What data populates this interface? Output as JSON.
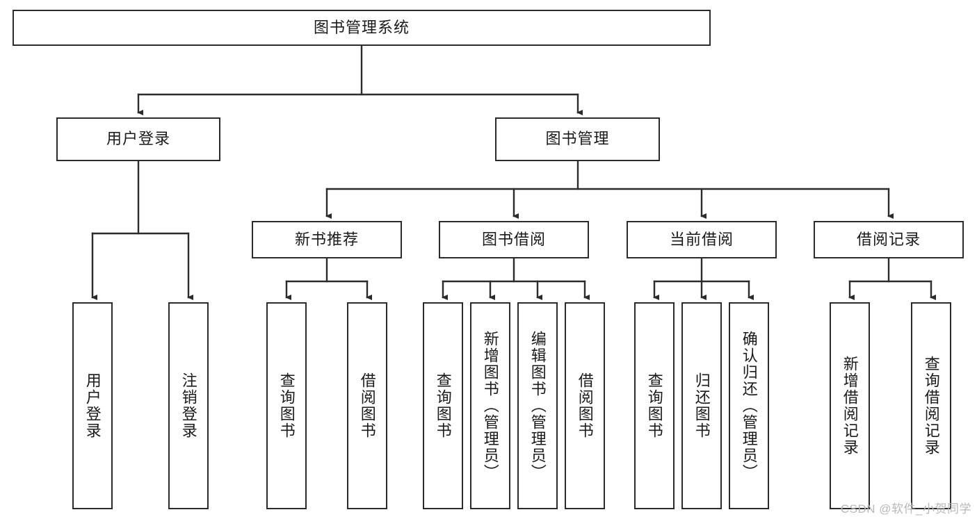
{
  "diagram": {
    "type": "tree-hierarchy",
    "title": "图书管理系统",
    "root": {
      "label": "图书管理系统"
    },
    "level2": [
      {
        "label": "用户登录"
      },
      {
        "label": "图书管理"
      }
    ],
    "level3": [
      {
        "label": "新书推荐"
      },
      {
        "label": "图书借阅"
      },
      {
        "label": "当前借阅"
      },
      {
        "label": "借阅记录"
      }
    ],
    "leaves": {
      "user_login": [
        {
          "label": "用户登录"
        },
        {
          "label": "注销登录"
        }
      ],
      "new_book_recommend": [
        {
          "label": "查询图书"
        },
        {
          "label": "借阅图书"
        }
      ],
      "book_borrow": [
        {
          "label": "查询图书"
        },
        {
          "label": "新增图书（管理员）"
        },
        {
          "label": "编辑图书（管理员）"
        },
        {
          "label": "借阅图书"
        }
      ],
      "current_borrow": [
        {
          "label": "查询图书"
        },
        {
          "label": "归还图书"
        },
        {
          "label": "确认归还（管理员）"
        }
      ],
      "borrow_record": [
        {
          "label": "新增借阅记录"
        },
        {
          "label": "查询借阅记录"
        }
      ]
    },
    "colors": {
      "stroke": "#2b2b2b",
      "fill": "#ffffff",
      "text": "#1a1a1a",
      "watermark": "#b8b8b8"
    }
  },
  "watermark": {
    "text": "CSDN @软件_小贺同学"
  }
}
